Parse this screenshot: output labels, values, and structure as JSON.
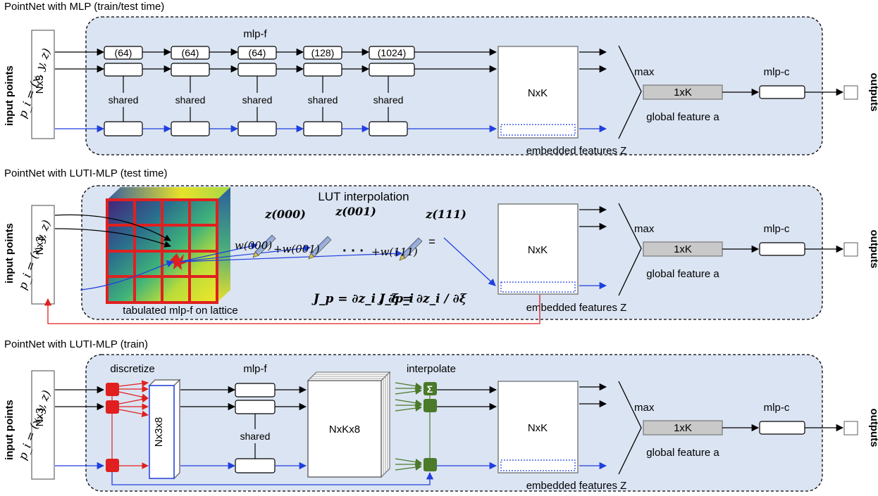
{
  "sections": [
    {
      "title": "PointNet with MLP (train/test time)",
      "mlp_label": "mlp-f",
      "layer_sizes": [
        "(64)",
        "(64)",
        "(64)",
        "(128)",
        "(1024)"
      ],
      "shared_label": "shared"
    },
    {
      "title": "PointNet with LUTI-MLP (test time)",
      "lut_label": "LUT interpolation",
      "lattice_label": "tabulated mlp-f on lattice",
      "z_labels": [
        "z(000)",
        "z(001)",
        "z(111)"
      ],
      "weight_labels": [
        "w(000)",
        "+w(001)",
        "+w(111)"
      ],
      "dots": "· · ·",
      "equals": "=",
      "jacobian_p": "J_p = ∂z_i / ∂p_i",
      "jacobian_xi": "J_ξ = ∂z_i / ∂ξ"
    },
    {
      "title": "PointNet with LUTI-MLP (train)",
      "discretize_label": "discretize",
      "tensor_label": "Nx3x8",
      "mlp_label": "mlp-f",
      "shared_label": "shared",
      "features8_label": "NxKx8",
      "interpolate_label": "interpolate",
      "sum_symbol": "Σ"
    }
  ],
  "common": {
    "input_label": "input points",
    "input_box_label": "Nx3",
    "point_formula": "p_i = (x, y, z)",
    "features_box_label": "NxK",
    "embedded_label": "embedded features Z",
    "max_label": "max",
    "global_box_label": "1xK",
    "global_label": "global feature a",
    "mlp_c_label": "mlp-c",
    "outputs_label": "outputs"
  },
  "colors": {
    "panel_fill": "#dbe4f2",
    "blue_arrow": "#1f3fe0",
    "red": "#e02020",
    "green": "#4a7a2a",
    "global_fill": "#c9c9c9"
  }
}
